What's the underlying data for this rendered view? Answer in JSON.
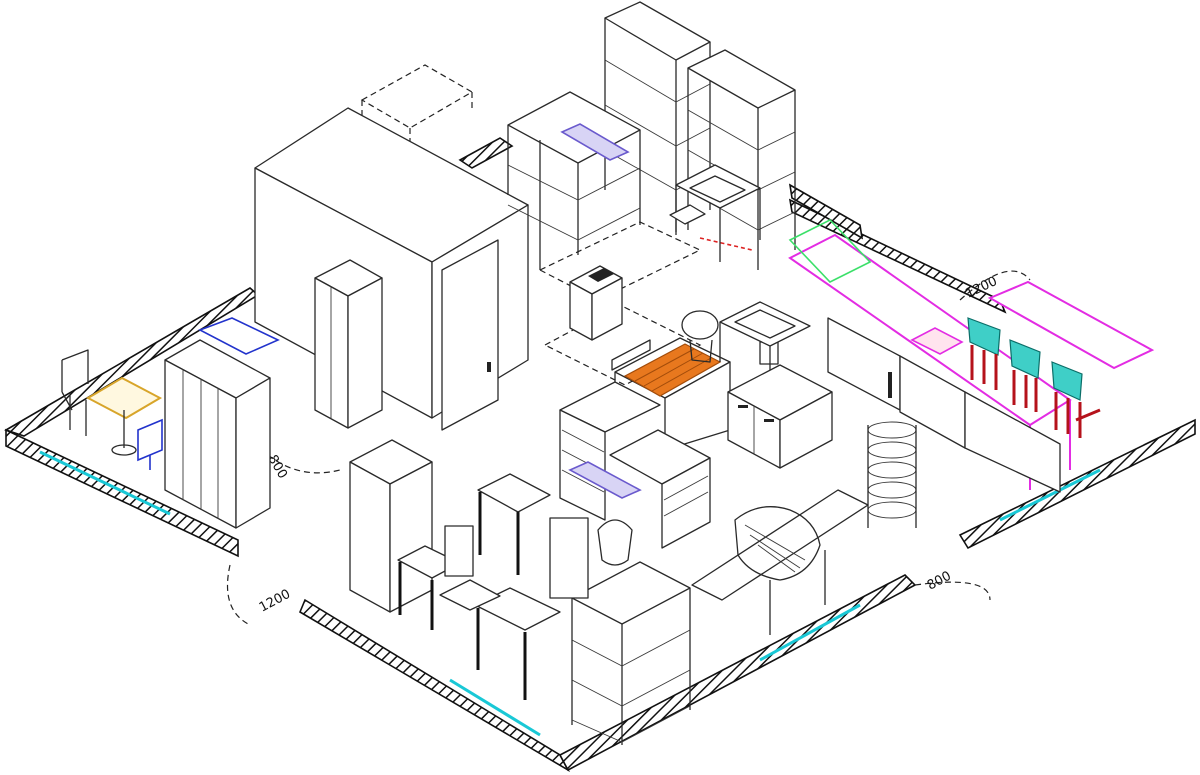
{
  "dimensions": {
    "top_right": "1200",
    "bottom_left": "1200",
    "bottom_right": "800",
    "left_door": "800"
  },
  "colors": {
    "background": "#ffffff",
    "linework": "#2a2a2a",
    "wall_hatch": "#111111",
    "window_cyan": "#19c8d6",
    "counter_magenta": "#e32ce3",
    "bar_stool_teal": "#3fcfc7",
    "bar_stool_red": "#b5121b",
    "grill_orange": "#e8781e",
    "hood_violet": "#6a5acd",
    "table_gold": "#d8a52a",
    "chair_blue": "#2233cc",
    "display_green": "#3ce06a",
    "dimension_red": "#dd2222"
  }
}
